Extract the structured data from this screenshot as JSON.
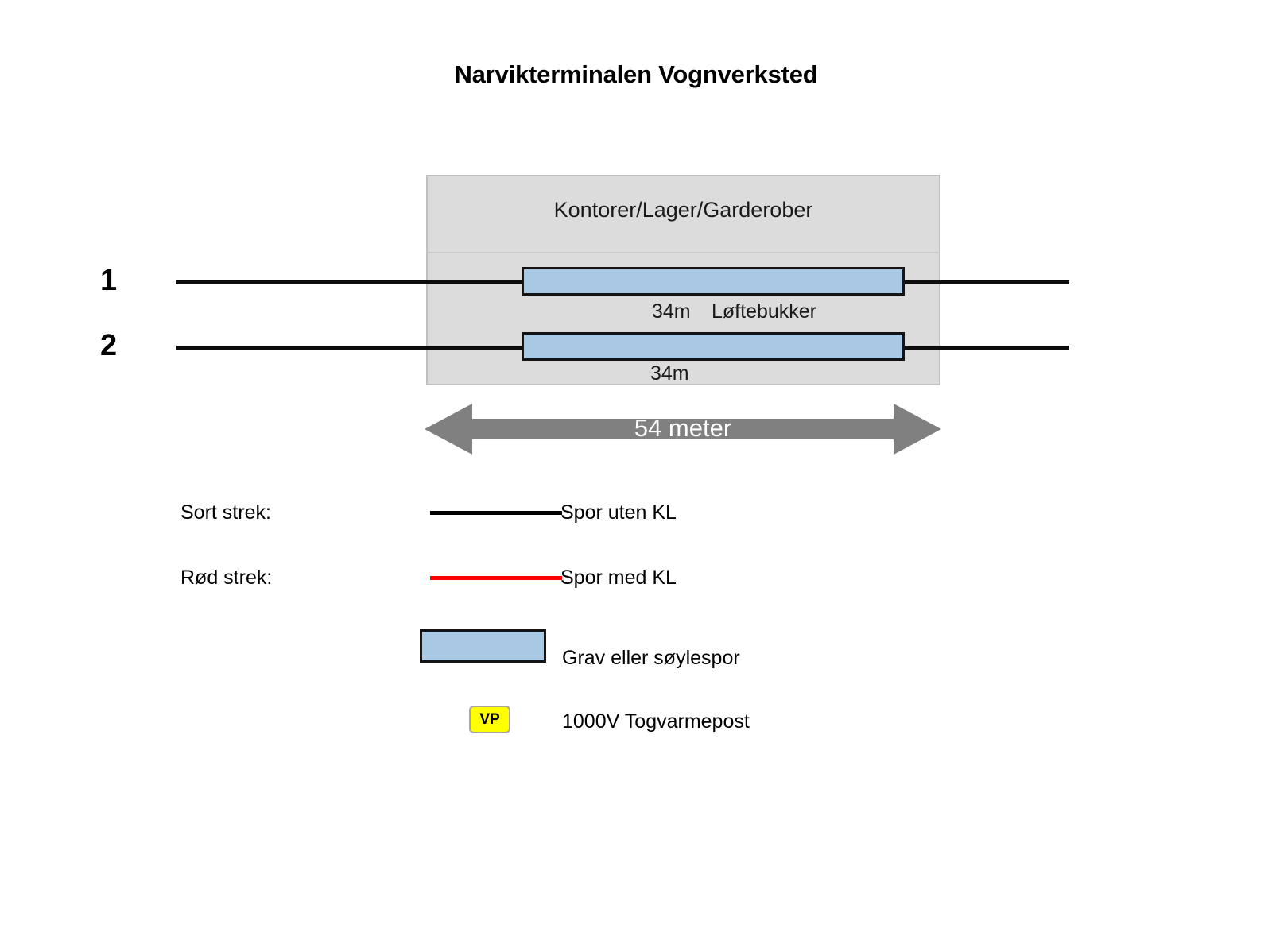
{
  "title": "Narvikterminalen Vognverksted",
  "diagram": {
    "hall_label": "Kontorer/Lager/Garderober",
    "tracks": [
      {
        "number": "1",
        "pit_length": "34m"
      },
      {
        "number": "2",
        "pit_length": "34m"
      }
    ],
    "jack_label": "Løftebukker",
    "dimension": "54 meter"
  },
  "legend": {
    "rows": [
      {
        "term": "Sort strek:",
        "symbol": "black-line",
        "text": "Spor uten KL",
        "color": "#000000"
      },
      {
        "term": "Rød strek:",
        "symbol": "red-line",
        "text": "Spor med KL",
        "color": "#ff0000"
      },
      {
        "term": "",
        "symbol": "blue-rectangle",
        "text": "Grav eller søylespor",
        "color": "#a9c8e4"
      },
      {
        "term": "",
        "symbol": "vp-badge",
        "badge_text": "VP",
        "text": "1000V Togvarmepost",
        "color": "#ffff00"
      }
    ]
  },
  "colors": {
    "hall_fill": "#dcdcdc",
    "hall_border": "#bfbfbf",
    "pit_fill": "#a9c8e4",
    "pit_border": "#141414",
    "arrow_gray": "#808080",
    "track_black": "#0d0d0d",
    "kl_red": "#ff0000",
    "vp_yellow": "#ffff00"
  }
}
